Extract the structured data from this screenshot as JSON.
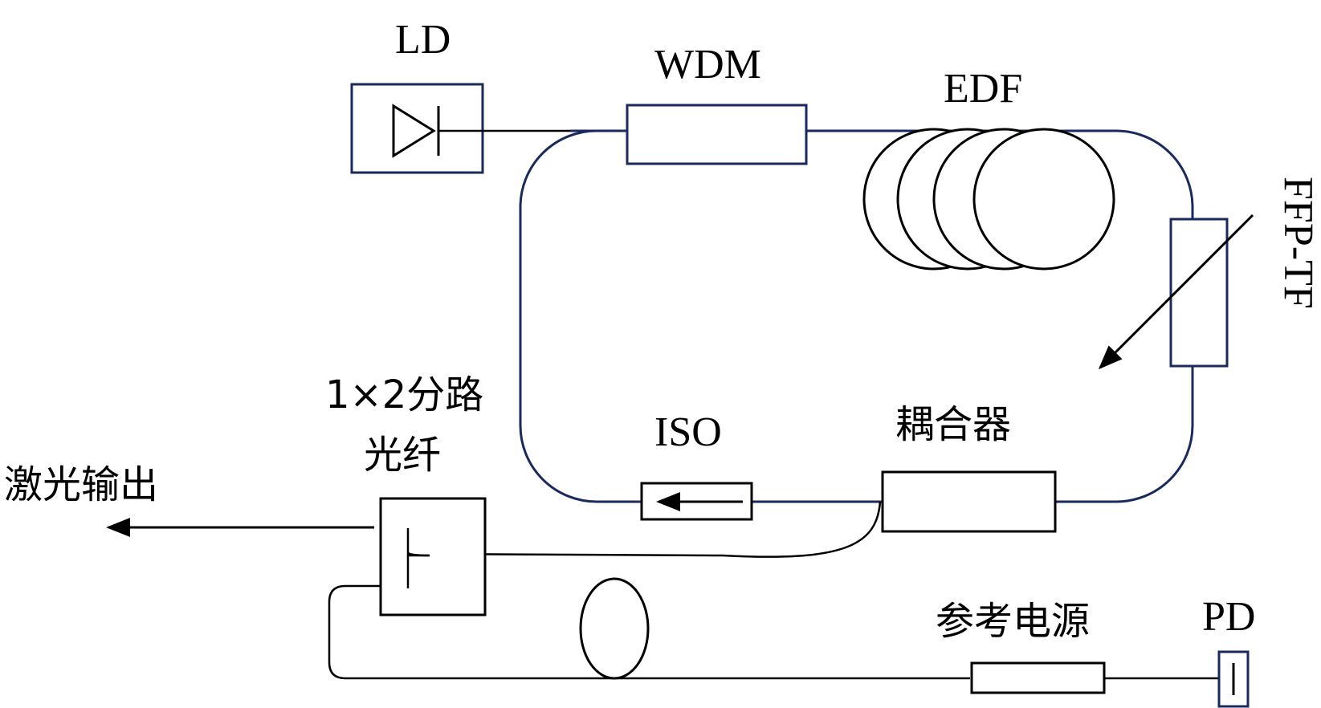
{
  "labels": {
    "ld": "LD",
    "wdm": "WDM",
    "edf": "EDF",
    "ffp_tf": "FFP-TF",
    "iso": "ISO",
    "coupler": "耦合器",
    "splitter_line1": "1×2分路",
    "splitter_line2": "光纤",
    "laser_output": "激光输出",
    "reference_source": "参考电源",
    "pd": "PD"
  },
  "colors": {
    "ring_fiber": "#1a2a5e",
    "component_box": "#1a2a5e",
    "ink": "#000000"
  }
}
